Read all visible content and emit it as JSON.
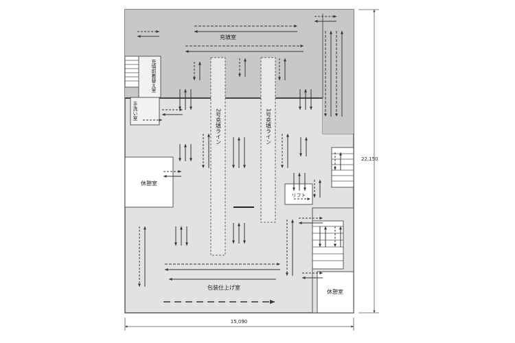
{
  "rooms": {
    "filling_room": "充填室",
    "dressing_room": "充填前着替え室",
    "hand_wash": "手洗い室",
    "rest_room_left": "休憩室",
    "rest_room_right": "休憩室",
    "lift": "リフト",
    "packing_room": "包装仕上げ室"
  },
  "lines": {
    "line_2": "2号充填ライン",
    "line_1": "1号充填ライン"
  },
  "dimensions": {
    "width": "15,090",
    "height": "22,150"
  },
  "colors": {
    "filling_room_fill": "#c8c8c8",
    "floor_fill": "#e2e2e2",
    "wall_stroke": "#5a5a5a",
    "arrow_stroke": "#333333"
  }
}
